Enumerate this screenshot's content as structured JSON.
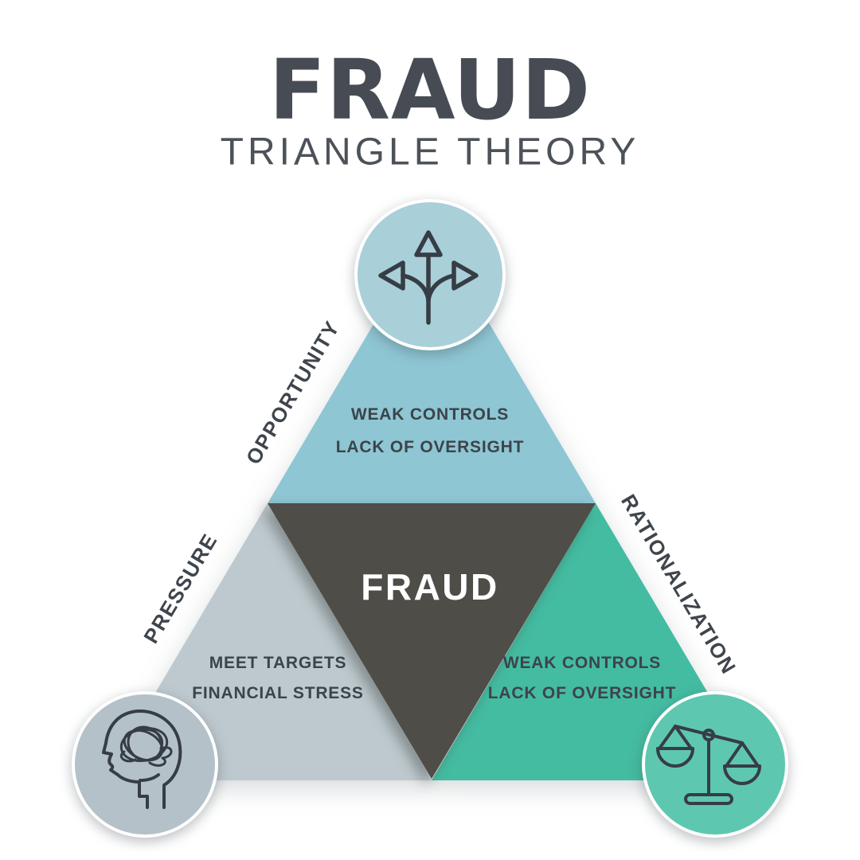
{
  "header": {
    "title": "FRAUD",
    "subtitle": "TRIANGLE THEORY"
  },
  "center": {
    "label": "FRAUD"
  },
  "sections": {
    "opportunity": {
      "edge_label": "OPPORTUNITY",
      "line1": "WEAK CONTROLS",
      "line2": "LACK OF OVERSIGHT",
      "icon": "three-way-arrows",
      "section_color": "#8ec6d3",
      "circle_color": "#a9cfd9"
    },
    "pressure": {
      "edge_label": "PRESSURE",
      "line1": "MEET TARGETS",
      "line2": "FINANCIAL STRESS",
      "icon": "tangled-mind-head",
      "section_color": "#bdc9ce",
      "circle_color": "#b4c1c8"
    },
    "rationalization": {
      "edge_label": "RATIONALIZATION",
      "line1": "WEAK CONTROLS",
      "line2": "LACK OF OVERSIGHT",
      "icon": "balance-scale",
      "section_color": "#44bca1",
      "circle_color": "#5ec7af"
    }
  },
  "colors": {
    "background": "#ffffff",
    "center_triangle": "#4f4d48",
    "center_text": "#ffffff",
    "heading_text": "#474c54",
    "subtitle_text": "#4d525a",
    "section_text": "#3d434a",
    "icon_stroke": "#363d44",
    "circle_ring": "#ffffff"
  }
}
